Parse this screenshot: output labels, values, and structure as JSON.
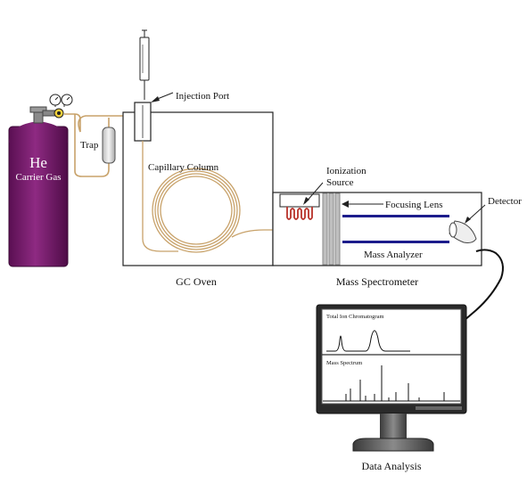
{
  "labels": {
    "he": "He",
    "carrier_gas": "Carrier Gas",
    "trap": "Trap",
    "injection_port": "Injection Port",
    "capillary_column": "Capillary Column",
    "gc_oven": "GC Oven",
    "ionization": "Ionization",
    "source": "Source",
    "focusing_lens": "Focusing Lens",
    "detector": "Detector",
    "mass_analyzer": "Mass Analyzer",
    "mass_spectrometer": "Mass Spectrometer",
    "total_ion_chromatogram": "Total Ion Chromatogram",
    "mass_spectrum": "Mass Spectrum",
    "data_analysis": "Data Analysis"
  },
  "colors": {
    "cylinder": "#7a1a6e",
    "tubing": "#c8a26a",
    "heater_coil": "#b8322a",
    "analyzer_rods": "#1c1c8c",
    "monitor_frame": "#2a2a2a",
    "stand": "#555555"
  }
}
